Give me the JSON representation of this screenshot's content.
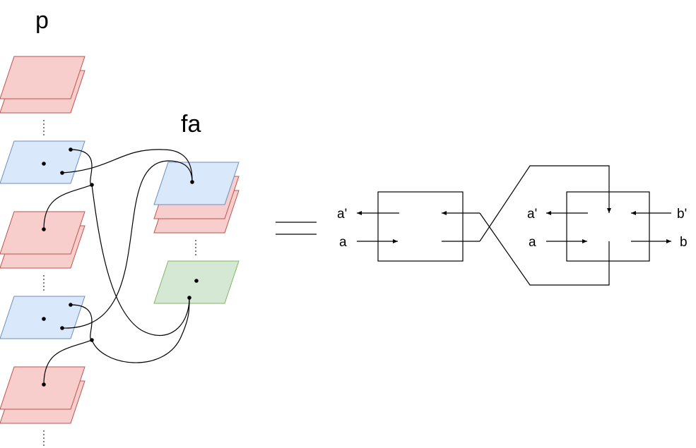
{
  "labels": {
    "p": "p",
    "fa": "fa",
    "left_box_top_out": "a'",
    "left_box_bottom_in": "a",
    "right_box_top_out": "a'",
    "right_box_bottom_in": "a",
    "right_box_top_in": "b'",
    "right_box_bottom_out": "b"
  },
  "colors": {
    "red_fill": "#f8cecc",
    "red_stroke": "#b85450",
    "blue_fill": "#dae8fc",
    "blue_stroke": "#6c8ebf",
    "green_fill": "#d5e8d4",
    "green_stroke": "#82b366"
  }
}
